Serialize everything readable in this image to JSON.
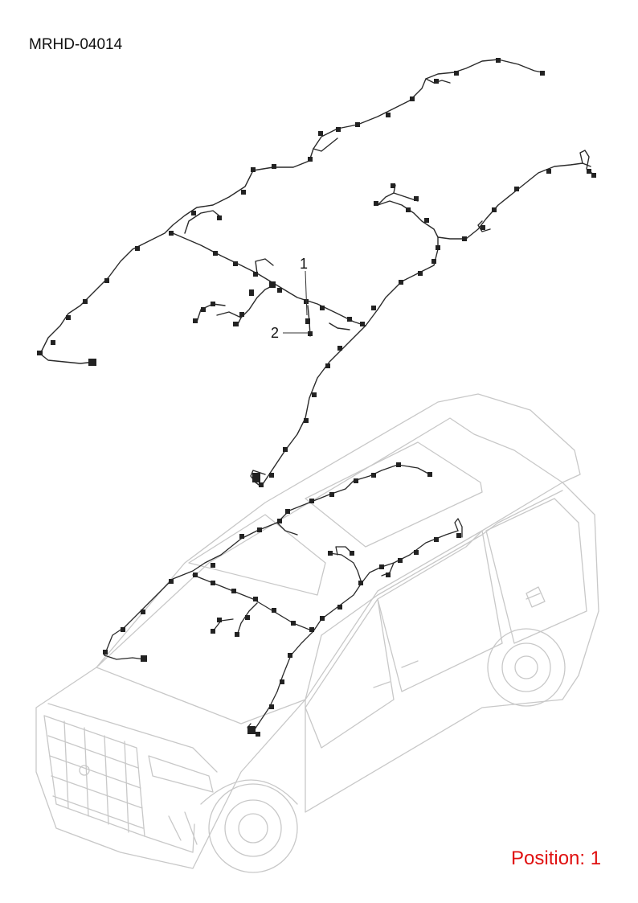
{
  "header": {
    "doc_code": "MRHD-04014"
  },
  "callouts": [
    {
      "number": "1"
    },
    {
      "number": "2"
    }
  ],
  "footer": {
    "position_label": "Position: 1"
  },
  "colors": {
    "harness": "#2a2a2a",
    "vehicle_outline": "#c8c8c8",
    "position_label": "#e01010",
    "text": "#111111"
  }
}
